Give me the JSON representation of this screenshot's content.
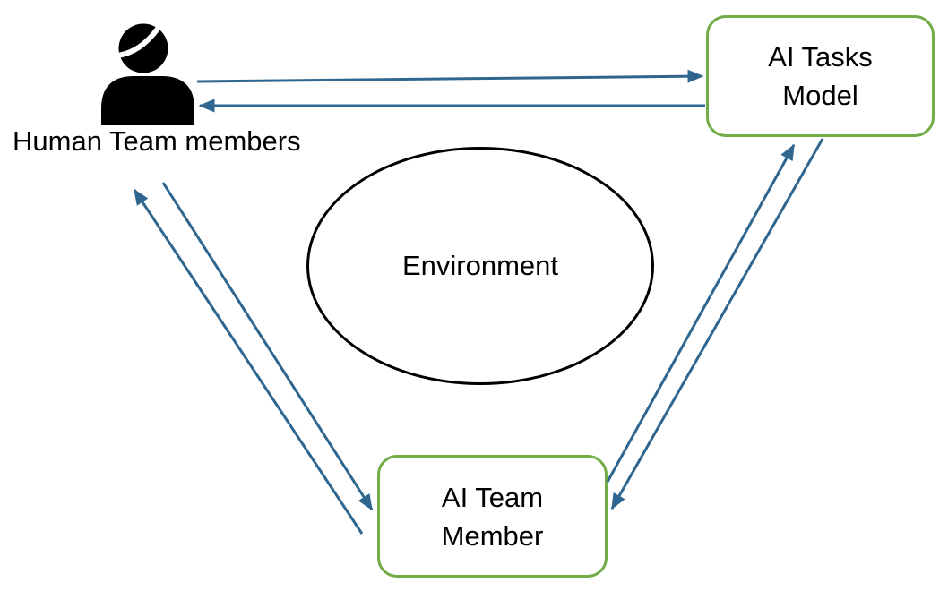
{
  "nodes": {
    "human": {
      "label": "Human Team members",
      "icon": "person-icon"
    },
    "ai_tasks_model": {
      "label": "AI Tasks\nModel"
    },
    "ai_team_member": {
      "label": "AI Team\nMember"
    },
    "environment": {
      "label": "Environment"
    }
  },
  "edges": [
    {
      "from": "Human Team members",
      "to": "AI Tasks Model"
    },
    {
      "from": "AI Tasks Model",
      "to": "Human Team members"
    },
    {
      "from": "Human Team members",
      "to": "AI Team Member"
    },
    {
      "from": "AI Team Member",
      "to": "Human Team members"
    },
    {
      "from": "AI Team Member",
      "to": "AI Tasks Model"
    },
    {
      "from": "AI Tasks Model",
      "to": "AI Team Member"
    }
  ],
  "colors": {
    "arrow": "#2F668F",
    "box_border": "#70AD47",
    "shape_outline": "#000000",
    "icon": "#000000",
    "text": "#000000",
    "background": "#FFFFFF"
  }
}
